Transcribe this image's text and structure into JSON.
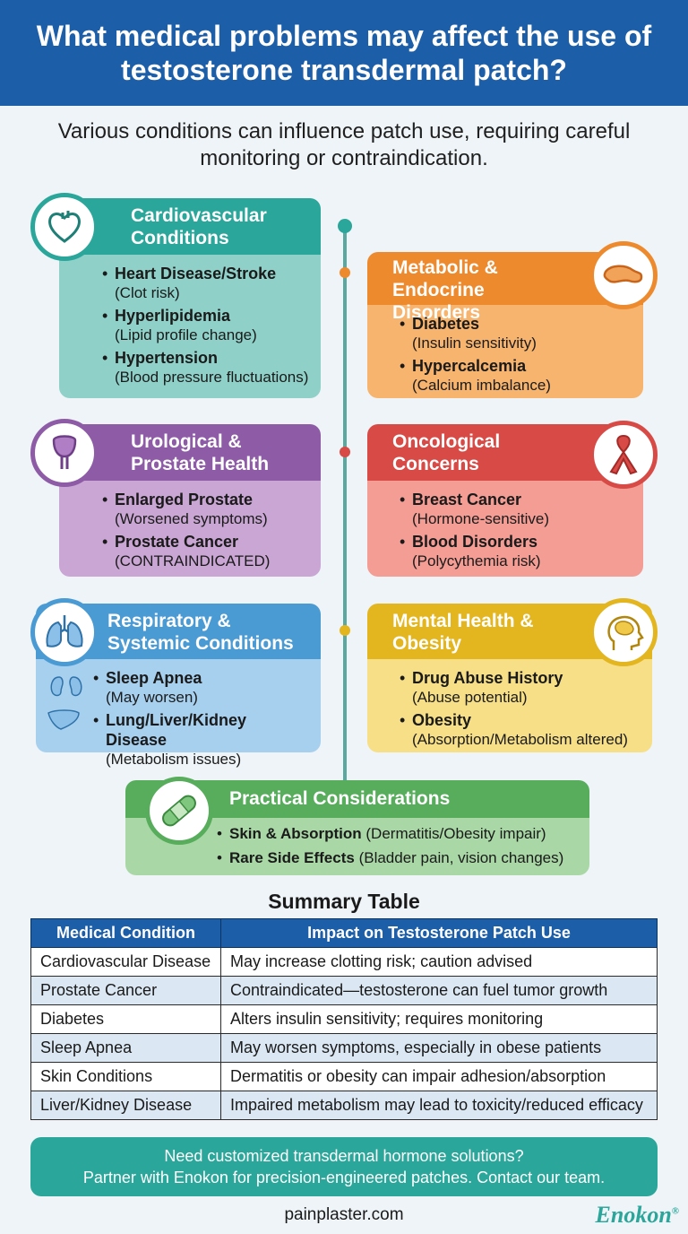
{
  "header": {
    "title": "What medical problems may affect the use of testosterone transdermal patch?"
  },
  "subtitle": "Various conditions can influence patch use, requiring careful monitoring or contraindication.",
  "cards": {
    "cardio": {
      "title": "Cardiovascular Conditions",
      "items": [
        {
          "t": "Heart Disease/Stroke",
          "n": "(Clot risk)"
        },
        {
          "t": "Hyperlipidemia",
          "n": "(Lipid profile change)"
        },
        {
          "t": "Hypertension",
          "n": "(Blood pressure fluctuations)"
        }
      ]
    },
    "metabolic": {
      "title": "Metabolic & Endocrine Disorders",
      "items": [
        {
          "t": "Diabetes",
          "n": "(Insulin sensitivity)"
        },
        {
          "t": "Hypercalcemia",
          "n": "(Calcium imbalance)"
        }
      ]
    },
    "urological": {
      "title": "Urological & Prostate Health",
      "items": [
        {
          "t": "Enlarged Prostate",
          "n": "(Worsened symptoms)"
        },
        {
          "t": "Prostate Cancer",
          "n": "(CONTRAINDICATED)"
        }
      ]
    },
    "oncological": {
      "title": "Oncological Concerns",
      "items": [
        {
          "t": "Breast Cancer",
          "n": "(Hormone-sensitive)"
        },
        {
          "t": "Blood Disorders",
          "n": "(Polycythemia risk)"
        }
      ]
    },
    "respiratory": {
      "title": "Respiratory & Systemic Conditions",
      "items": [
        {
          "t": "Sleep Apnea",
          "n": "(May worsen)"
        },
        {
          "t": "Lung/Liver/Kidney Disease",
          "n": "(Metabolism issues)"
        }
      ]
    },
    "mental": {
      "title": "Mental Health & Obesity",
      "items": [
        {
          "t": "Drug Abuse History",
          "n": "(Abuse potential)"
        },
        {
          "t": "Obesity",
          "n": "(Absorption/Metabolism altered)"
        }
      ]
    }
  },
  "practical": {
    "title": "Practical Considerations",
    "items": [
      {
        "t": "Skin & Absorption",
        "n": "(Dermatitis/Obesity impair)"
      },
      {
        "t": "Rare Side Effects",
        "n": "(Bladder pain, vision changes)"
      }
    ]
  },
  "summary": {
    "title": "Summary Table",
    "headers": [
      "Medical Condition",
      "Impact on Testosterone Patch Use"
    ],
    "rows": [
      [
        "Cardiovascular Disease",
        "May increase clotting risk; caution advised"
      ],
      [
        "Prostate Cancer",
        "Contraindicated—testosterone can fuel tumor growth"
      ],
      [
        "Diabetes",
        "Alters insulin sensitivity; requires monitoring"
      ],
      [
        "Sleep Apnea",
        "May worsen symptoms, especially in obese patients"
      ],
      [
        "Skin Conditions",
        "Dermatitis or obesity can impair adhesion/absorption"
      ],
      [
        "Liver/Kidney Disease",
        "Impaired metabolism may lead to toxicity/reduced efficacy"
      ]
    ]
  },
  "cta": {
    "line1": "Need customized transdermal hormone solutions?",
    "line2": "Partner with Enokon for precision-engineered patches. Contact our team."
  },
  "footer": {
    "url": "painplaster.com",
    "brand": "Enokon",
    "brand_mark": "®"
  },
  "colors": {
    "header": "#1d5ea8",
    "cardio": "#2aa69a",
    "metabolic": "#ee8a2e",
    "urological": "#8e5ba6",
    "oncological": "#d84a46",
    "respiratory": "#4a9ad4",
    "mental": "#e3b51e",
    "practical": "#58ad5c"
  },
  "icons": {
    "cardio": "heart-icon",
    "metabolic": "pancreas-icon",
    "urological": "prostate-icon",
    "oncological": "awareness-ribbon-icon",
    "respiratory": "lungs-icon",
    "mental": "brain-head-icon",
    "practical": "bandage-icon"
  }
}
